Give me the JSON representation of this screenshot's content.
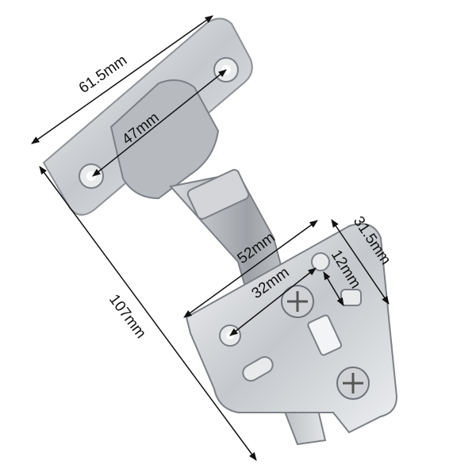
{
  "product": {
    "name": "concealed-cabinet-hinge",
    "material_color": "#c9ccd0"
  },
  "dimensions": {
    "top_plate_length": "61.5mm",
    "top_hole_spacing": "47mm",
    "overall_length": "107mm",
    "mounting_plate_length": "52mm",
    "mounting_hole_spacing": "32mm",
    "mounting_plate_width": "31.5mm",
    "slot_spacing": "12mm"
  }
}
